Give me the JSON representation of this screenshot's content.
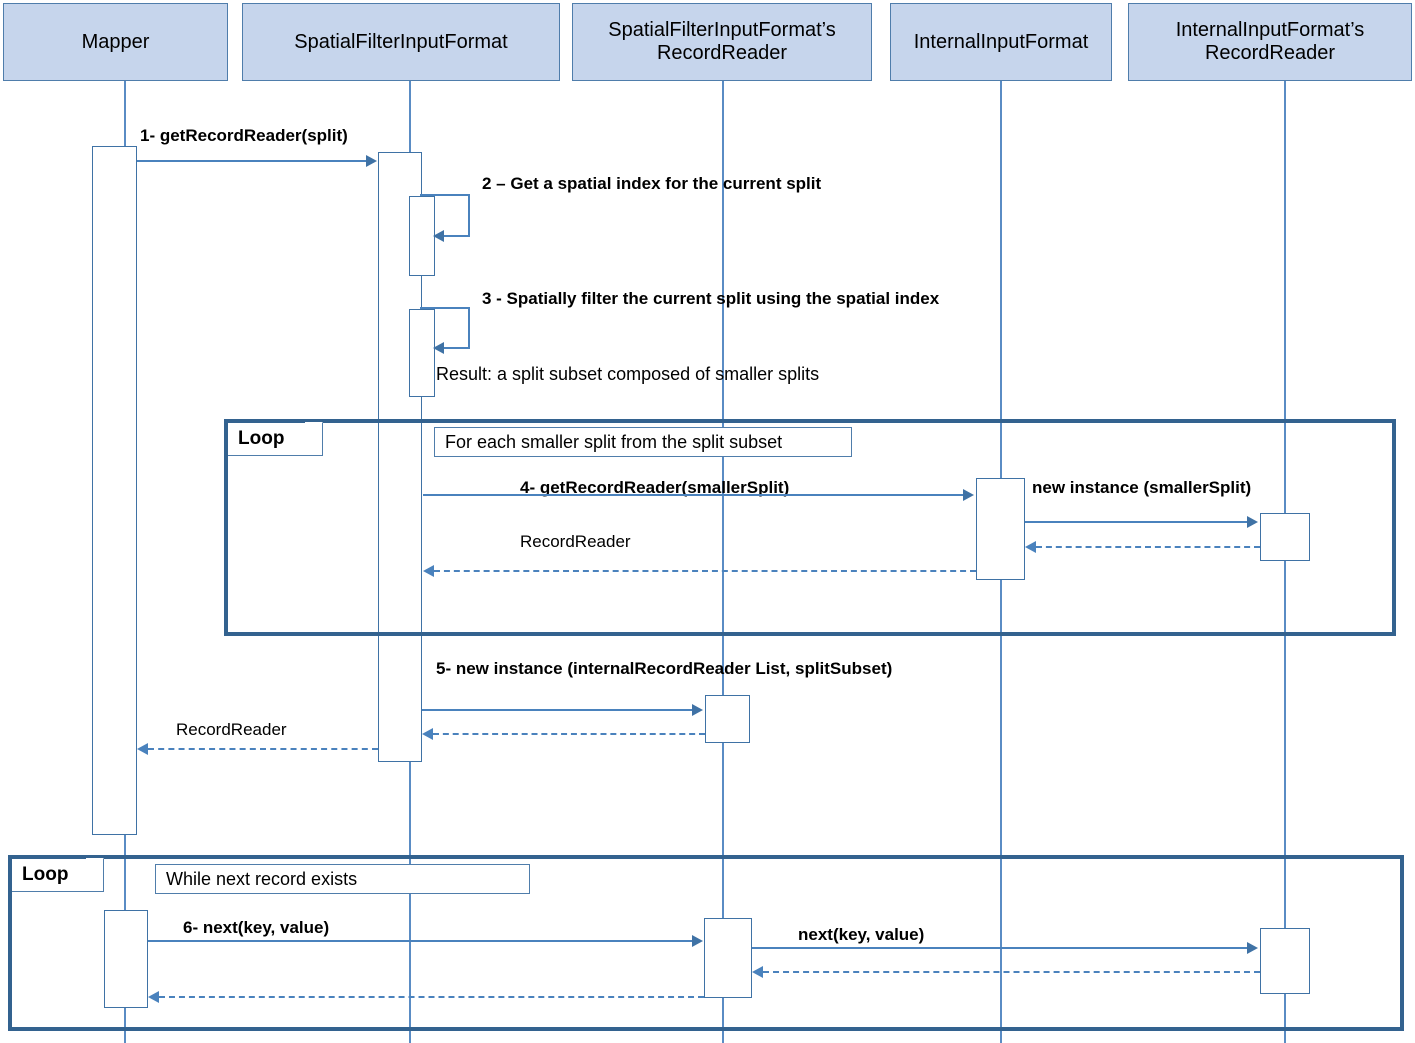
{
  "diagram": {
    "title": "SpatialFilterInputFormat sequence diagram",
    "colors": {
      "participant_fill": "#c6d5ec",
      "participant_border": "#4f7dab",
      "lifeline": "#5a8cc4",
      "message": "#4a82bd",
      "arrowhead": "#3f72a5",
      "fragment_border": "#33628f",
      "text": "#000000"
    }
  },
  "participants": [
    {
      "id": "mapper",
      "label": "Mapper"
    },
    {
      "id": "spatial-filter-input-format",
      "label": "SpatialFilterInputFormat"
    },
    {
      "id": "spatial-filter-input-format-record-reader",
      "label": "SpatialFilterInputFormat’s RecordReader"
    },
    {
      "id": "internal-input-format",
      "label": "InternalInputFormat"
    },
    {
      "id": "internal-input-format-record-reader",
      "label": "InternalInputFormat’s RecordReader"
    }
  ],
  "messages": [
    {
      "id": "m1",
      "label": "1- getRecordReader(split)",
      "kind": "call",
      "from": "mapper",
      "to": "spatial-filter-input-format"
    },
    {
      "id": "m2",
      "label": "2 – Get a spatial index for the current split",
      "kind": "self",
      "from": "spatial-filter-input-format",
      "to": "spatial-filter-input-format"
    },
    {
      "id": "m3",
      "label": "3 - Spatially filter the current split using the spatial index",
      "kind": "self",
      "from": "spatial-filter-input-format",
      "to": "spatial-filter-input-format"
    },
    {
      "id": "m4",
      "label": "4- getRecordReader(smallerSplit)",
      "kind": "call",
      "from": "spatial-filter-input-format",
      "to": "internal-input-format"
    },
    {
      "id": "m5",
      "label": "new instance (smallerSplit)",
      "kind": "call",
      "from": "internal-input-format",
      "to": "internal-input-format-record-reader"
    },
    {
      "id": "m6",
      "label": "RecordReader",
      "kind": "return",
      "from": "internal-input-format",
      "to": "spatial-filter-input-format"
    },
    {
      "id": "m7",
      "label": "5- new instance (internalRecordReader List, splitSubset)",
      "kind": "call",
      "from": "spatial-filter-input-format",
      "to": "spatial-filter-input-format-record-reader"
    },
    {
      "id": "m8",
      "label": "RecordReader",
      "kind": "return",
      "from": "spatial-filter-input-format",
      "to": "mapper"
    },
    {
      "id": "m9",
      "label": "6- next(key, value)",
      "kind": "call",
      "from": "mapper",
      "to": "spatial-filter-input-format-record-reader"
    },
    {
      "id": "m10",
      "label": "next(key, value)",
      "kind": "call",
      "from": "spatial-filter-input-format-record-reader",
      "to": "internal-input-format-record-reader"
    }
  ],
  "notes": [
    {
      "id": "result-note",
      "text": "Result: a split subset composed of smaller splits"
    }
  ],
  "fragments": [
    {
      "id": "loop-split-subset",
      "operator": "Loop",
      "condition": "For each smaller split from the split subset"
    },
    {
      "id": "loop-next-record",
      "operator": "Loop",
      "condition": "While next record exists"
    }
  ]
}
